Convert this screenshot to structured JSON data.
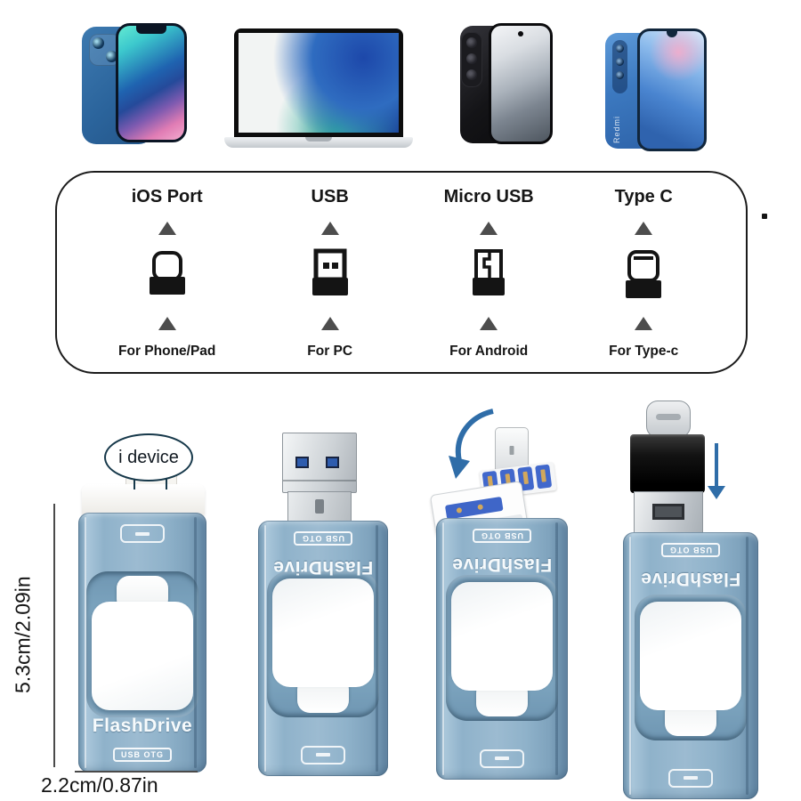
{
  "panel": {
    "ports": [
      {
        "title": "iOS Port",
        "caption": "For Phone/Pad",
        "icon": "lightning-connector-icon"
      },
      {
        "title": "USB",
        "caption": "For PC",
        "icon": "usb-a-connector-icon"
      },
      {
        "title": "Micro USB",
        "caption": "For Android",
        "icon": "micro-usb-connector-icon"
      },
      {
        "title": "Type C",
        "caption": "For Type-c",
        "icon": "type-c-connector-icon"
      }
    ]
  },
  "devices": {
    "redmi_label": "Redmi",
    "icons": [
      "iphone-image",
      "macbook-image",
      "galaxy-phone-image",
      "redmi-phone-image"
    ]
  },
  "product": {
    "callout": "i device",
    "brand": "FlashDrive",
    "badge": "USB OTG",
    "variant_icons": [
      "lightning-connector",
      "usb-a-connector",
      "micro-usb-otg-flip",
      "type-c-adapter"
    ],
    "dimensions": {
      "height": "5.3cm/2.09in",
      "width": "2.2cm/0.87in"
    }
  },
  "colors": {
    "drive_body_blue": "#8fb2ca",
    "arrow_blue": "#2f6da8",
    "icon_black": "#141414",
    "triangle_gray": "#4d4d4d"
  }
}
